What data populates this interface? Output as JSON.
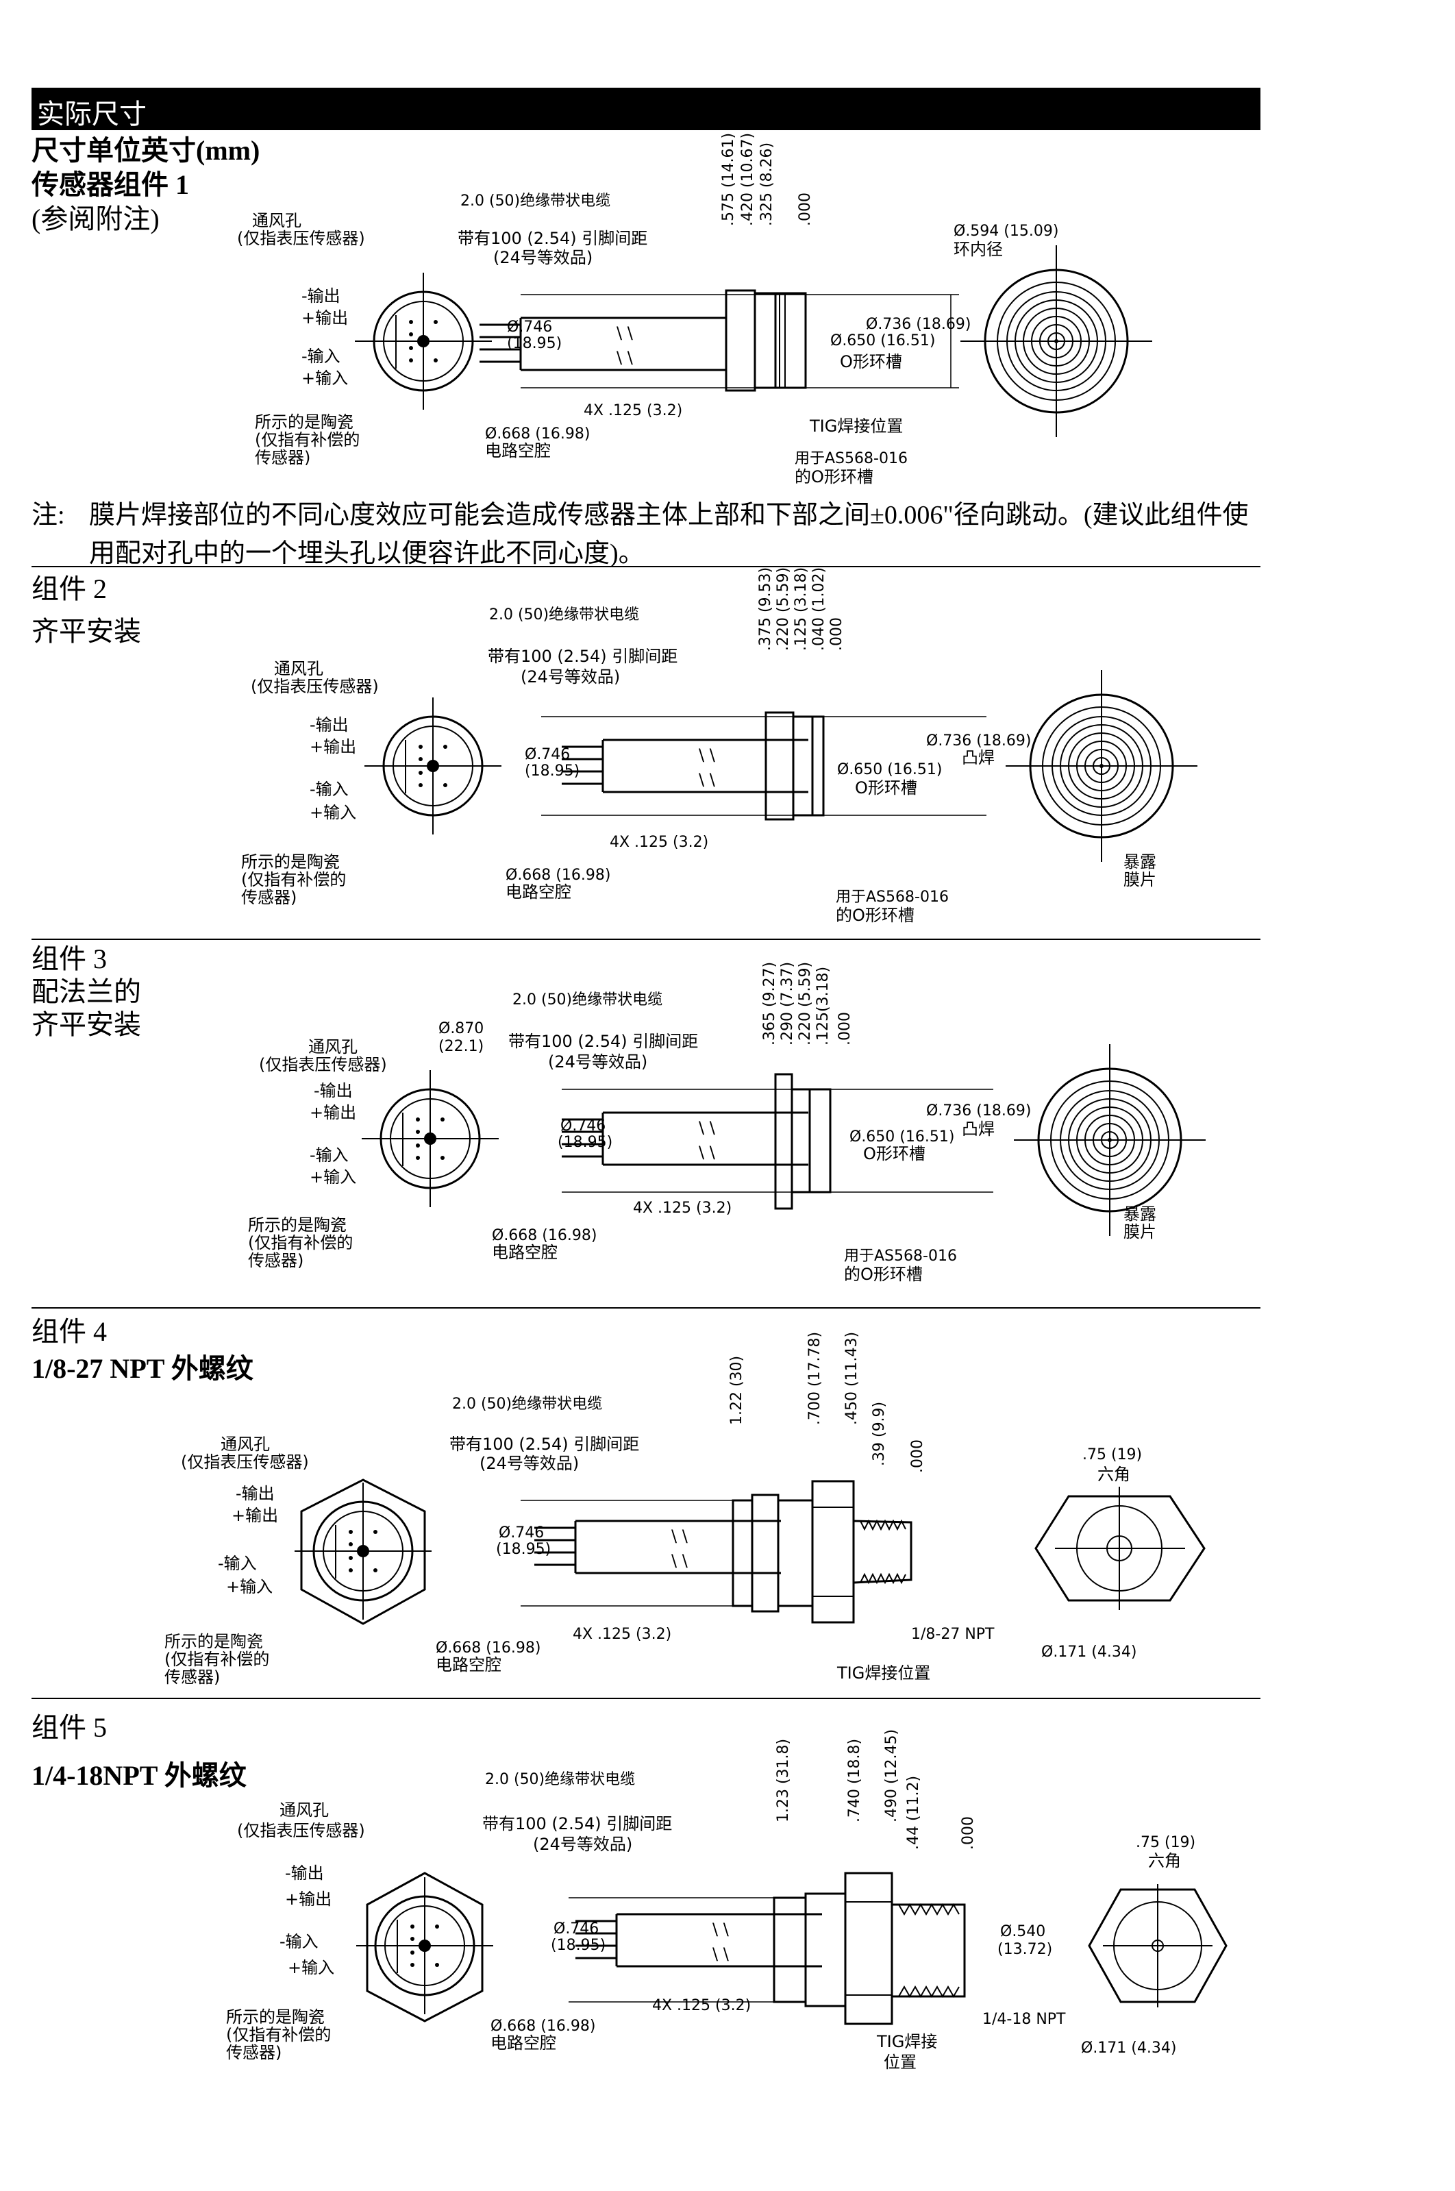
{
  "header": {
    "title": "实际尺寸"
  },
  "intro": {
    "units": "尺寸单位英寸(mm)",
    "group_title": "传感器组件 1",
    "note_ref": "(参阅附注)"
  },
  "note": {
    "label": "注:",
    "text": "膜片焊接部位的不同心度效应可能会造成传感器主体上部和下部之间±0.006\"径向跳动。(建议此组件使用配对孔中的一个埋头孔以便容许此不同心度)。"
  },
  "groups": [
    {
      "title": "组件 2",
      "subtitle": "齐平安装"
    },
    {
      "title": "组件 3",
      "subtitle": "配法兰的",
      "subtitle2": "齐平安装"
    },
    {
      "title": "组件 4",
      "subtitle": "1/8-27 NPT 外螺纹"
    },
    {
      "title": "组件 5",
      "subtitle": "1/4-18NPT 外螺纹"
    }
  ],
  "labels": {
    "vent": "通风孔",
    "vent2": "(仅指表压传感器)",
    "out_minus": "-输出",
    "out_plus": "+输出",
    "in_minus": "-输入",
    "in_plus": "+输入",
    "ceramic1": "所示的是陶瓷",
    "ceramic2": "(仅指有补偿的",
    "ceramic3": "传感器)",
    "circuit_dia": "Ø.668 (16.98)",
    "circuit_cav": "电路空腔",
    "cable": "2.0 (50)绝缘带状电缆",
    "pitch": "带有100 (2.54) 引脚间距",
    "awg": "(24号等效品)",
    "pins": "4X .125 (3.2)",
    "dia746": "Ø.746",
    "dia746mm": "(18.95)",
    "dia650": "Ø.650 (16.51)",
    "oring_groove": "O形环槽",
    "dia736": "Ø.736 (18.69)",
    "weld_bump": "凸焊",
    "tig": "TIG焊接位置",
    "oring1": "用于AS568-016",
    "oring2": "的O形环槽",
    "ring_id": "Ø.594 (15.09)",
    "ring_id_cn": "环内径",
    "exposed1": "暴露",
    "exposed2": "膜片",
    "dia870": "Ø.870",
    "dia870mm": "(22.1)",
    "hex": ".75 (19)",
    "hex_cn": "六角",
    "npt18": "1/8-27 NPT",
    "npt14": "1/4-18 NPT",
    "dia171": "Ø.171 (4.34)",
    "dia540": "Ø.540",
    "dia540mm": "(13.72)",
    "tig_a": "TIG焊接",
    "tig_b": "位置"
  },
  "dims": {
    "g1": [
      ".575 (14.61)",
      ".420 (10.67)",
      ".325 (8.26)",
      ".000"
    ],
    "g2": [
      ".375 (9.53)",
      ".220 (5.59)",
      ".125 (3.18)",
      ".040 (1.02)",
      ".000"
    ],
    "g3": [
      ".365 (9.27)",
      ".290 (7.37)",
      ".220 (5.59)",
      ".125(3.18)",
      ".000"
    ],
    "g4": [
      "1.22 (30)",
      ".700 (17.78)",
      ".450 (11.43)",
      ".39 (9.9)",
      ".000"
    ],
    "g5": [
      "1.23 (31.8)",
      ".740 (18.8)",
      ".490 (12.45)",
      ".44 (11.2)",
      ".000"
    ]
  }
}
